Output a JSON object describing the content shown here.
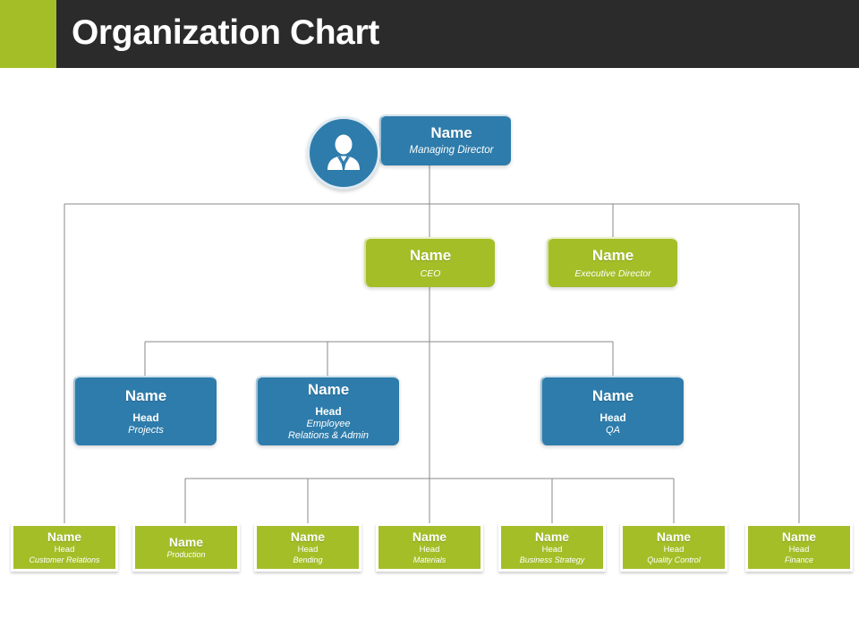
{
  "header": {
    "title": "Organization Chart",
    "accent_color": "#a4be28",
    "bar_color": "#2b2b2b",
    "title_color": "#ffffff"
  },
  "theme": {
    "blue": "#2e7cab",
    "green": "#a4be28",
    "connector": "#8a8a8a",
    "text": "#ffffff"
  },
  "chart_data": {
    "type": "diagram",
    "title": "Organization Chart",
    "levels": 4,
    "nodes": [
      {
        "id": "root",
        "name": "Name",
        "role": "",
        "sub": "Managing  Director",
        "color": "blue",
        "level": 1,
        "avatar": true
      },
      {
        "id": "ceo",
        "name": "Name",
        "role": "",
        "sub": "CEO",
        "color": "green",
        "level": 2
      },
      {
        "id": "execdir",
        "name": "Name",
        "role": "",
        "sub": "Executive Director",
        "color": "green",
        "level": 2
      },
      {
        "id": "projects",
        "name": "Name",
        "role": "Head",
        "sub": "Projects",
        "color": "blue",
        "level": 3
      },
      {
        "id": "er",
        "name": "Name",
        "role": "Head",
        "sub": "Employee\nRelations & Admin",
        "color": "blue",
        "level": 3
      },
      {
        "id": "qa",
        "name": "Name",
        "role": "Head",
        "sub": "QA",
        "color": "blue",
        "level": 3
      },
      {
        "id": "custrel",
        "name": "Name",
        "role": "Head",
        "sub": "Customer  Relations",
        "color": "green",
        "level": 4
      },
      {
        "id": "production",
        "name": "Name",
        "role": "",
        "sub": "Production",
        "color": "green",
        "level": 4
      },
      {
        "id": "bending",
        "name": "Name",
        "role": "Head",
        "sub": "Bending",
        "color": "green",
        "level": 4
      },
      {
        "id": "materials",
        "name": "Name",
        "role": "Head",
        "sub": "Materials",
        "color": "green",
        "level": 4
      },
      {
        "id": "bizstrat",
        "name": "Name",
        "role": "Head",
        "sub": "Business Strategy",
        "color": "green",
        "level": 4
      },
      {
        "id": "qc",
        "name": "Name",
        "role": "Head",
        "sub": "Quality Control",
        "color": "green",
        "level": 4
      },
      {
        "id": "finance",
        "name": "Name",
        "role": "Head",
        "sub": "Finance",
        "color": "green",
        "level": 4
      }
    ]
  },
  "root": {
    "name": "Name",
    "sub": "Managing  Director",
    "avatar_icon": "person-avatar-icon"
  },
  "level2": [
    {
      "name": "Name",
      "sub": "CEO"
    },
    {
      "name": "Name",
      "sub": "Executive Director"
    }
  ],
  "level3": [
    {
      "name": "Name",
      "role": "Head",
      "sub": "Projects"
    },
    {
      "name": "Name",
      "role": "Head",
      "sub_line1": "Employee",
      "sub_line2": "Relations & Admin"
    },
    {
      "name": "Name",
      "role": "Head",
      "sub": "QA"
    }
  ],
  "level4": [
    {
      "name": "Name",
      "role": "Head",
      "sub": "Customer  Relations"
    },
    {
      "name": "Name",
      "role": "",
      "sub": "Production"
    },
    {
      "name": "Name",
      "role": "Head",
      "sub": "Bending"
    },
    {
      "name": "Name",
      "role": "Head",
      "sub": "Materials"
    },
    {
      "name": "Name",
      "role": "Head",
      "sub": "Business Strategy"
    },
    {
      "name": "Name",
      "role": "Head",
      "sub": "Quality Control"
    },
    {
      "name": "Name",
      "role": "Head",
      "sub": "Finance"
    }
  ]
}
